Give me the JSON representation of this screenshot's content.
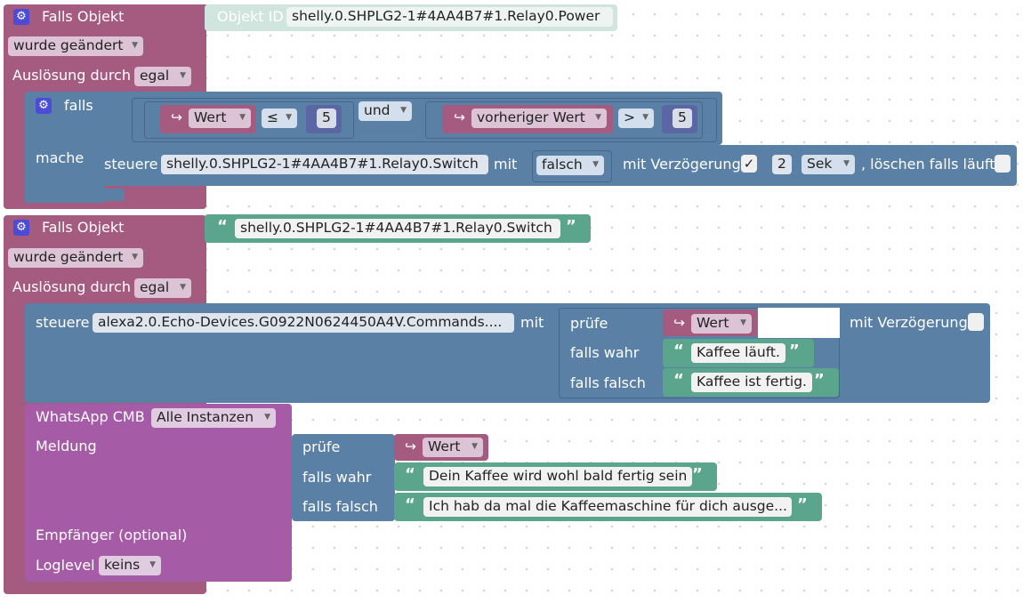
{
  "event1": {
    "title": "Falls Objekt",
    "objekt_id_label": "Objekt ID",
    "objekt_id_value": "shelly.0.SHPLG2-1#4AA4B7#1.Relay0.Power",
    "changed": "wurde geändert",
    "trigger_label": "Auslösung durch",
    "trigger_value": "egal",
    "if_label": "falls",
    "then_label": "mache",
    "cond1": {
      "var": "Wert",
      "op": "≤",
      "num": "5"
    },
    "and": "und",
    "cond2": {
      "var": "vorheriger Wert",
      "op": ">",
      "num": "5"
    },
    "control": {
      "label": "steuere",
      "object": "shelly.0.SHPLG2-1#4AA4B7#1.Relay0.Switch",
      "with": "mit",
      "value": "falsch",
      "delay_label": "mit Verzögerung",
      "delay_checked": "✓",
      "delay_value": "2",
      "delay_unit": "Sek",
      "clear_label": ", löschen falls läuft"
    }
  },
  "event2": {
    "title": "Falls Objekt",
    "object": "shelly.0.SHPLG2-1#4AA4B7#1.Relay0.Switch",
    "changed": "wurde geändert",
    "trigger_label": "Auslösung durch",
    "trigger_value": "egal",
    "control": {
      "label": "steuere",
      "object": "alexa2.0.Echo-Devices.G0922N0624450A4V.Commands....",
      "with": "mit",
      "check_label": "prüfe",
      "check_var": "Wert",
      "true_label": "falls wahr",
      "true_text": "Kaffee läuft.",
      "false_label": "falls falsch",
      "false_text": "Kaffee ist fertig.",
      "delay_label": "mit Verzögerung"
    },
    "whatsapp": {
      "label": "WhatsApp CMB",
      "instance": "Alle Instanzen",
      "message_label": "Meldung",
      "check_label": "prüfe",
      "check_var": "Wert",
      "true_label": "falls wahr",
      "true_text": "Dein Kaffee wird wohl bald fertig sein",
      "false_label": "falls falsch",
      "false_text": "Ich hab da mal die Kaffeemaschine für dich ausge...",
      "recipient_label": "Empfänger (optional)",
      "loglevel_label": "Loglevel",
      "loglevel_value": "keins"
    }
  },
  "colors": {
    "event": "#a55b80",
    "logic": "#5b80a5",
    "variable": "#a55b80",
    "text": "#5ba58c",
    "math": "#5b67a5",
    "whatsapp": "#a55ba5"
  }
}
